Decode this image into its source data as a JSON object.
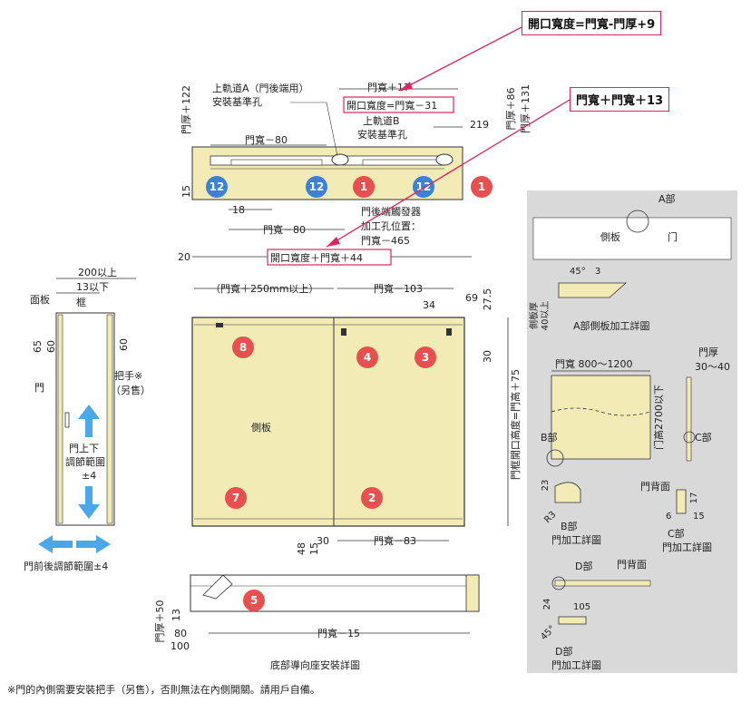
{
  "callouts": {
    "top_right": "開口寬度=門寬-門厚+9",
    "mid_right": "門寬＋門寬＋13"
  },
  "top_view": {
    "rail_a": "上軌道A（門後端用）",
    "rail_a_hole": "安裝基準孔",
    "door_w_plus": "門寬＋17",
    "opening_minus": "開口寬度=門寬－31",
    "rail_b": "上軌道B",
    "rail_b_hole": "安裝基準孔",
    "dim_219": "219",
    "door_w_minus80_top": "門寬－80",
    "dim_15": "15",
    "dim_122": "門厚＋122",
    "dim_86": "門厚＋86",
    "dim_131": "門厚＋131",
    "dim_18": "18",
    "door_w_minus80_bottom": "門寬－80",
    "trigger_1": "門後端觸發器",
    "trigger_2": "加工孔位置：",
    "trigger_3": "門寬－465",
    "dim_20": "20",
    "opening_plus": "開口寬度＋門寬＋44",
    "markers": [
      "12",
      "12",
      "1",
      "12",
      "1"
    ]
  },
  "side_view": {
    "dim_200": "200以上",
    "dim_13": "13以下",
    "face_board": "面板",
    "frame": "框",
    "dim_65": "65",
    "dim_60a": "60",
    "dim_60b": "60",
    "door": "門",
    "handle_1": "把手※",
    "handle_2": "（另售）",
    "updown_1": "門上下",
    "updown_2": "調節範圍",
    "updown_3": "±4",
    "frontback": "門前後調節範圍±4"
  },
  "front_view": {
    "door_w_250": "（門寬＋250mm以上）",
    "door_w_103": "門寬－103",
    "dim_34": "34",
    "dim_69": "69",
    "dim_27_5": "27.5",
    "dim_30_right": "30",
    "side_board": "側板",
    "vertical_label": "門框開口高度=門高＋75",
    "dim_48": "48",
    "dim_15": "15",
    "dim_30_bottom": "30",
    "door_w_83": "門寬－83",
    "markers": [
      "8",
      "4",
      "3",
      "7",
      "2"
    ]
  },
  "bottom_view": {
    "dim_door_50": "門厚＋50",
    "dim_13": "13",
    "dim_80": "80",
    "dim_100": "100",
    "door_w_15": "門寬－15",
    "caption": "底部導向座安裝詳圖",
    "marker": "5"
  },
  "detail_panel": {
    "a_part": "A部",
    "side_board": "側板",
    "door_char": "门",
    "dim_45": "45°",
    "dim_3": "3",
    "side_thick_1": "側板厚",
    "side_thick_2": "40以上",
    "a_detail": "A部側板加工詳圖",
    "door_width": "門寬  800～1200",
    "door_thickness_1": "門厚",
    "door_thickness_2": "30～40",
    "door_height": "门高2700以下",
    "b_part": "B部",
    "c_part": "C部",
    "dim_23": "23",
    "dim_r3": "R3",
    "b_detail_1": "B部",
    "b_detail_2": "門加工詳圖",
    "door_back_c": "門背面",
    "dim_17": "17",
    "dim_6": "6",
    "dim_15": "15",
    "c_detail_1": "C部",
    "c_detail_2": "門加工詳圖",
    "d_part": "D部",
    "door_back_d": "門背面",
    "dim_24": "24",
    "dim_105": "105",
    "dim_45_d": "45°",
    "d_detail_1": "D部",
    "d_detail_2": "門加工詳圖"
  },
  "footnote": "※門的內側需要安裝把手（另售），否則無法在內側開關。請用戶自備。",
  "colors": {
    "wood": "#f2ebb6",
    "marker_red": "#e8504f",
    "marker_blue": "#3b82d6",
    "callout_border": "#e0245e",
    "arrow_blue": "#4aa8e8",
    "panel_gray": "#d9d9d9"
  }
}
